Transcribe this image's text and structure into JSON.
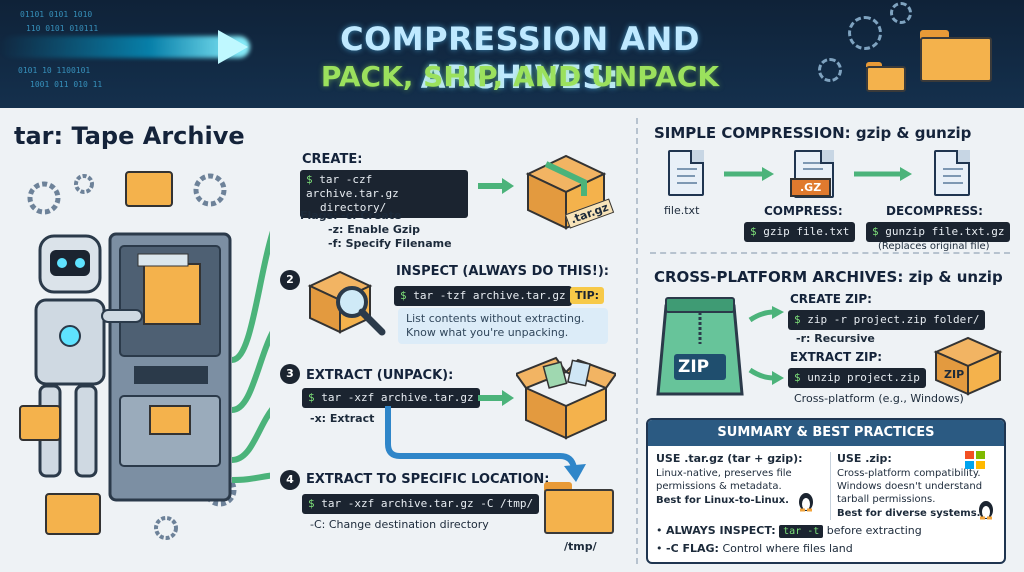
{
  "banner": {
    "title": "COMPRESSION AND ARCHIVES:",
    "subtitle": "PACK, SHIP, AND UNPACK",
    "binary_lines": [
      "01101 0101 1010",
      "110 0101 010111",
      "0101 10 1100101",
      "1001 011 010 11"
    ]
  },
  "tar": {
    "title": "tar: Tape Archive",
    "create": {
      "head": "CREATE:",
      "cmd_line1": "tar -czf archive.tar.gz",
      "cmd_line2": "directory/",
      "flags_label": "Flags:",
      "flag_c": "-c: Create",
      "flag_z": "-z: Enable Gzip",
      "flag_f": "-f: Specify Filename",
      "box_label": ".tar.gz"
    },
    "inspect": {
      "num": "2",
      "head": "INSPECT (ALWAYS DO THIS!):",
      "cmd": "tar -tzf archive.tar.gz",
      "tip": "TIP:",
      "tip_line1": "List contents without extracting.",
      "tip_line2": "Know what you're unpacking."
    },
    "extract": {
      "num": "3",
      "head": "EXTRACT (UNPACK):",
      "cmd": "tar -xzf archive.tar.gz",
      "flag_x": "-x: Extract"
    },
    "extract_to": {
      "num": "4",
      "head": "EXTRACT TO SPECIFIC LOCATION:",
      "cmd": "tar -xzf archive.tar.gz -C /tmp/",
      "flag_C": "-C: Change destination directory",
      "folder_label": "/tmp/"
    },
    "prompt": "$"
  },
  "gzip": {
    "title": "SIMPLE COMPRESSION: gzip & gunzip",
    "file_label": "file.txt",
    "gz_badge": ".GZ",
    "compress_head": "COMPRESS:",
    "compress_cmd": "gzip file.txt",
    "decompress_head": "DECOMPRESS:",
    "decompress_cmd": "gunzip file.txt.gz",
    "note": "(Replaces original file)"
  },
  "zip": {
    "title": "CROSS-PLATFORM ARCHIVES: zip & unzip",
    "bag_label": "ZIP",
    "create_head": "CREATE ZIP:",
    "create_cmd": "zip -r project.zip folder/",
    "flag_r": "-r: Recursive",
    "extract_head": "EXTRACT ZIP:",
    "extract_cmd": "unzip project.zip",
    "note": "Cross-platform (e.g., Windows)",
    "box_label": "ZIP"
  },
  "summary": {
    "header": "SUMMARY & BEST PRACTICES",
    "left_head": "USE .tar.gz (tar + gzip):",
    "left_l1": "Linux-native, preserves file",
    "left_l2": "permissions & metadata.",
    "left_best": "Best for Linux-to-Linux.",
    "right_head": "USE .zip:",
    "right_l1": "Cross-platform compatibility.",
    "right_l2": "Windows doesn't understand",
    "right_l3": "tarball permissions.",
    "right_best": "Best for diverse systems.",
    "b1_bold": "ALWAYS INSPECT:",
    "b1_chip": "tar -t",
    "b1_rest": "before extracting",
    "b2_bold": "-C FLAG:",
    "b2_rest": "Control where files land"
  },
  "colors": {
    "banner_bg": "#0f2238",
    "accent_green": "#4bb37a",
    "terminal_bg": "#1b2430",
    "folder": "#f4b24c",
    "summary_header": "#2b5a82"
  }
}
